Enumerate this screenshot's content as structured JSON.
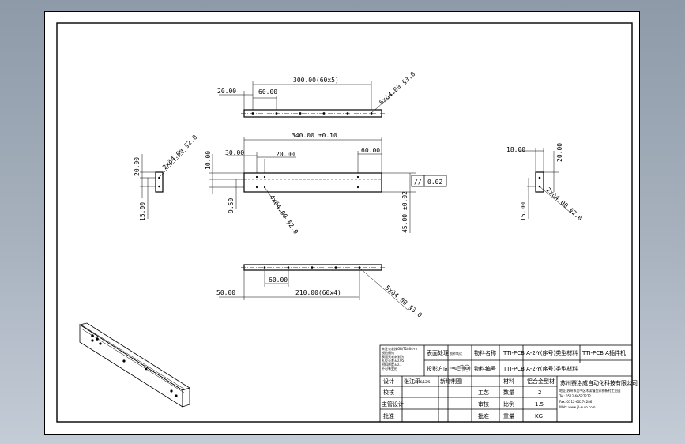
{
  "top_view": {
    "dim_overall": "300.00(60x5)",
    "dim_left": "20.00",
    "dim_pitch": "60.00",
    "hole_note": "6xö4.00 §3.0"
  },
  "front_view": {
    "dim_overall": "340.00 ±0.10",
    "dim_left": "30.00",
    "dim_second": "20.00",
    "dim_right": "60.00",
    "dim_vert_top": "10.00",
    "dim_vert_bottom": "9.50",
    "dim_height": "45.00 ±0.02",
    "hole_note": "4xö4.00 §2.0",
    "tol_symbol": "//",
    "tol_value": "0.02"
  },
  "left_view": {
    "dim_top": "20.00",
    "dim_bottom": "15.00",
    "hole_note": "2xö4.00 §2.0"
  },
  "right_view": {
    "dim_width": "18.00",
    "dim_top": "20.00",
    "dim_bottom": "15.00",
    "hole_note": "2xö4.00 §2.0"
  },
  "bottom_view": {
    "dim_overall": "210.00(60x4)",
    "dim_left": "50.00",
    "dim_pitch": "60.00",
    "hole_note": "5xö4.00 §3.0"
  },
  "title_block": {
    "notes": [
      "未注公差按GB/T1804-m",
      "锐边倒钝",
      "表面无毛刺划伤",
      "孔位公差±0.05",
      "材料厚度±0.1",
      "不可有变形"
    ],
    "surface_label": "表面处理",
    "surface_value": "喷砂氧化",
    "projection_label": "投影方向",
    "material_no_label": "物料名称",
    "material_no_value": "TTI-PCB A-2-Y(序号)类型材料",
    "drawing_no_label": "物料编号",
    "drawing_no_value": "TTI-PCB A-2-Y(序号)类型材料",
    "machine": "TTI-PCB A插件机",
    "design_label": "设计",
    "design_name": "张江平",
    "design_date": "2016/12/5",
    "design_note": "新增制图",
    "check_label": "校核",
    "process_label": "工艺",
    "chief_label": "主管设计",
    "standard_label": "审核",
    "approve_label": "批准",
    "material_label": "材料",
    "material_value": "铝合金型材",
    "qty_label": "数量",
    "qty_value": "2",
    "scale_label": "比例",
    "scale_value": "1.5",
    "weight_label": "重量",
    "weight_value": "KG",
    "company": "苏州赛洛威自动化科技有限公司",
    "address": "地址:苏州市吴中区木渎镇金家桥新村工业园",
    "tel": "Tel: 0512-66527272",
    "fax": "Fax: 0512-66274286",
    "web": "Web: www.jjl-auto.com"
  }
}
